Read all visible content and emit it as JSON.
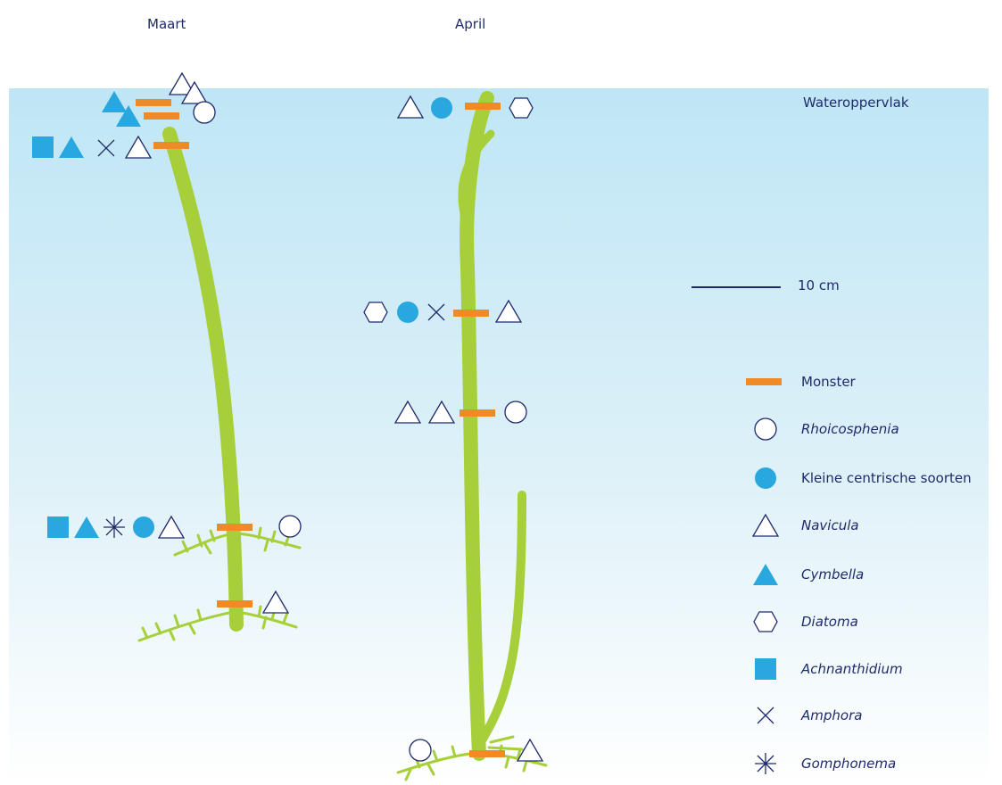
{
  "months": {
    "march": "Maart",
    "april": "April"
  },
  "surface_label": "Wateroppervlak",
  "scale": {
    "label": "10 cm"
  },
  "legend": [
    {
      "symbol": "sample-bar",
      "label": "Monster",
      "italic": false
    },
    {
      "symbol": "circle-open",
      "label": "Rhoicosphenia",
      "italic": true
    },
    {
      "symbol": "circle-filled",
      "label": "Kleine centrische soorten",
      "italic": false
    },
    {
      "symbol": "triangle-open",
      "label": "Navicula",
      "italic": true
    },
    {
      "symbol": "triangle-filled",
      "label": "Cymbella",
      "italic": true
    },
    {
      "symbol": "hexagon-open",
      "label": "Diatoma",
      "italic": true
    },
    {
      "symbol": "square-filled",
      "label": "Achnanthidium",
      "italic": true
    },
    {
      "symbol": "cross",
      "label": "Amphora",
      "italic": true
    },
    {
      "symbol": "asterisk",
      "label": "Gomphonema",
      "italic": true
    }
  ],
  "colors": {
    "outline": "#1f2a6b",
    "fill": "#29a8df",
    "sample": "#f08a24",
    "plant": "#a7cf3a",
    "water_top": "#bfe6f6"
  }
}
